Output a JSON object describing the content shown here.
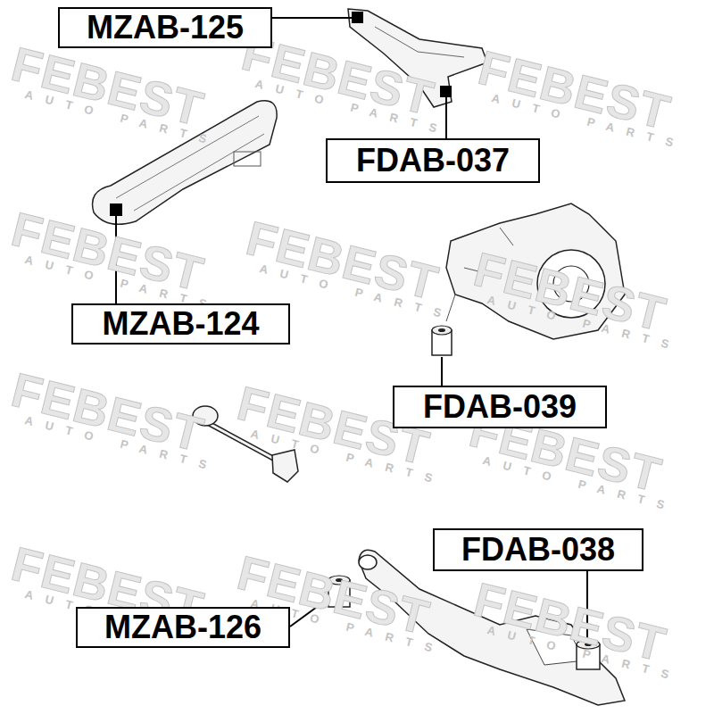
{
  "diagram": {
    "nodes": [
      {
        "text": [
          "MZAB-125"
        ]
      },
      {
        "text": [
          "FDAB-037"
        ]
      },
      {
        "text": [
          "MZAB-124"
        ]
      },
      {
        "text": [
          "FDAB-039"
        ]
      },
      {
        "text": [
          "FDAB-038"
        ]
      },
      {
        "text": [
          "MZAB-126"
        ]
      }
    ],
    "labels": [
      "FEBEST",
      "AUTO PARTS",
      "FEBEST",
      "AUTO PARTS",
      "FEBEST",
      "AUTO PARTS",
      "FEBEST",
      "AUTO PARTS",
      "FEBEST",
      "AUTO PARTS",
      "FEBEST",
      "AUTO PARTS",
      "FEBEST",
      "AUTO PARTS",
      "FEBEST",
      "AUTO PARTS",
      "FEBEST",
      "AUTO PARTS",
      "FEBEST",
      "AUTO PARTS",
      "FEBEST",
      "AUTO PARTS",
      "FEBEST",
      "AUTO PARTS"
    ]
  }
}
